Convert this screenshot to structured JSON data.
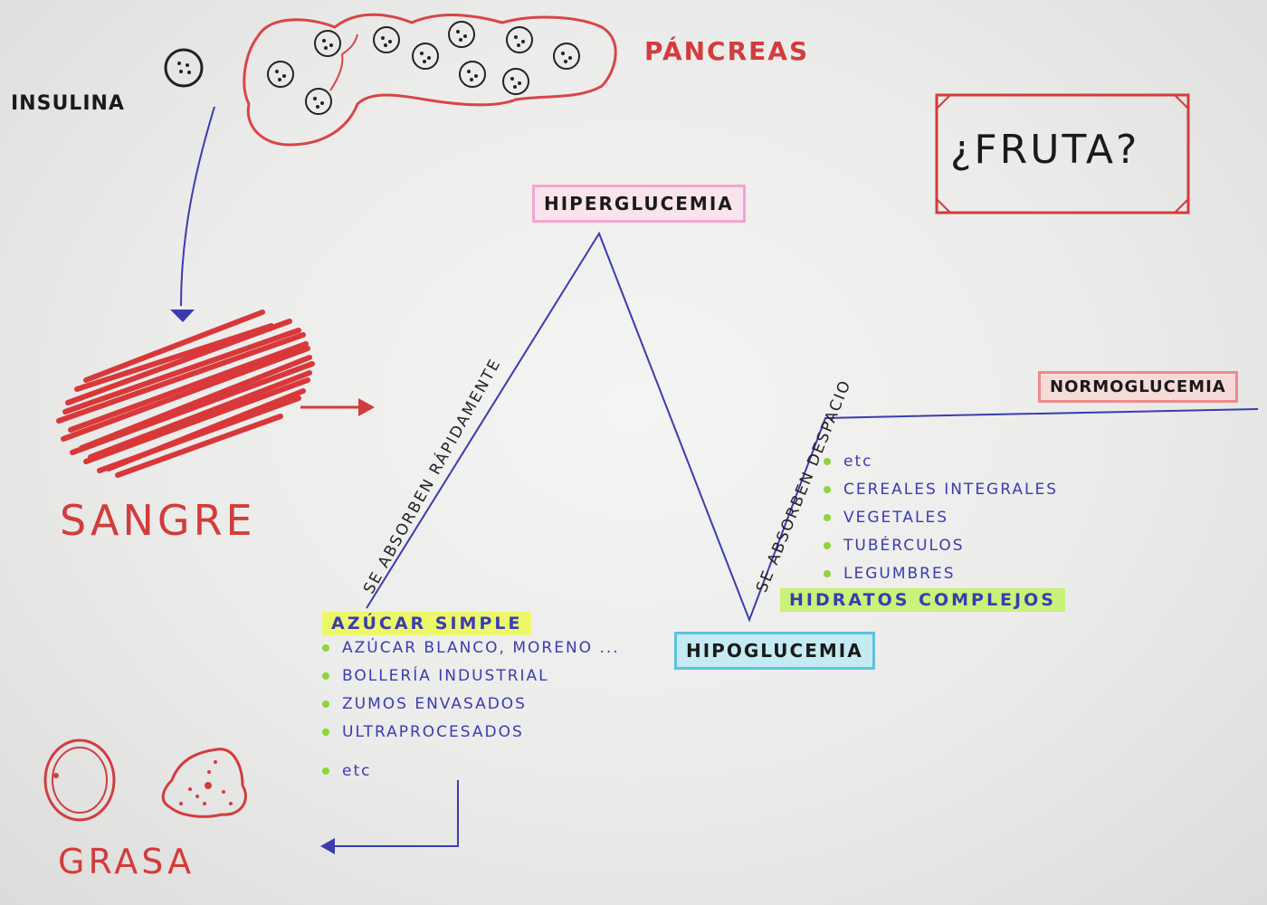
{
  "labels": {
    "insulina": "INSULINA",
    "pancreas": "PÁNCREAS",
    "fruta": "¿FRUTA?",
    "hiperglucemia": "HIPERGLUCEMIA",
    "normoglucemia": "NORMOGLUCEMIA",
    "hipoglucemia": "HIPOGLUCEMIA",
    "sangre": "SANGRE",
    "grasa": "GRASA",
    "rapid_absorb": "SE ABSORBEN RÁPIDAMENTE",
    "slow_absorb": "SE ABSORBEN DESPACIO"
  },
  "simple_sugar": {
    "title": "AZÚCAR SIMPLE",
    "items": [
      "AZÚCAR BLANCO, MORENO ...",
      "BOLLERÍA INDUSTRIAL",
      "ZUMOS ENVASADOS",
      "ULTRAPROCESADOS",
      "etc"
    ]
  },
  "complex_carbs": {
    "title": "HIDRATOS COMPLEJOS",
    "items": [
      "etc",
      "CEREALES INTEGRALES",
      "VEGETALES",
      "TUBÉRCULOS",
      "LEGUMBRES"
    ]
  },
  "colors": {
    "ink_blue": "#3b3bb0",
    "marker_red": "#d23c3c",
    "pink": "#f5a3cf",
    "light_blue": "#5cc3dc",
    "green": "#c8f27a",
    "yellow": "#ecf86a"
  }
}
